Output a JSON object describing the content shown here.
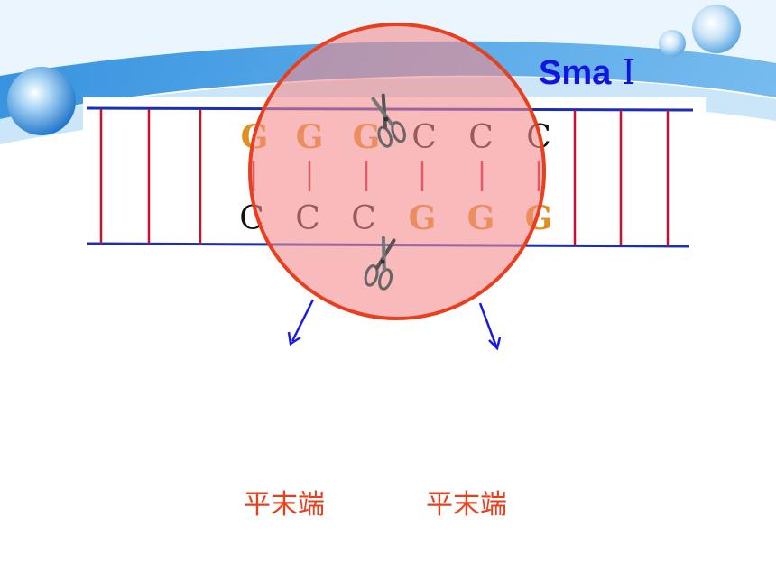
{
  "title": {
    "enzyme": "Sma",
    "numeral": "Ⅰ"
  },
  "dna": {
    "top_strand": [
      "G",
      "G",
      "G",
      "C",
      "C",
      "C"
    ],
    "bottom_strand": [
      "C",
      "C",
      "C",
      "G",
      "G",
      "G"
    ],
    "cut_after_top_index": 2,
    "cut_after_bottom_index": 2
  },
  "labels": {
    "left_end": "平末端",
    "right_end": "平末端"
  },
  "colors": {
    "backbone": "#1c2fb0",
    "rung": "#c8102e",
    "highlight_circle_fill": "#f49c9c",
    "highlight_circle_stroke": "#e8401e",
    "arrow": "#1a1ae6",
    "end_label": "#e8401e",
    "title": "#1414e0",
    "base_G": "#e09020",
    "base_C": "#111111"
  },
  "icons": {
    "cut_marker": "scissors-icon",
    "decoration": "bubble-icon"
  }
}
